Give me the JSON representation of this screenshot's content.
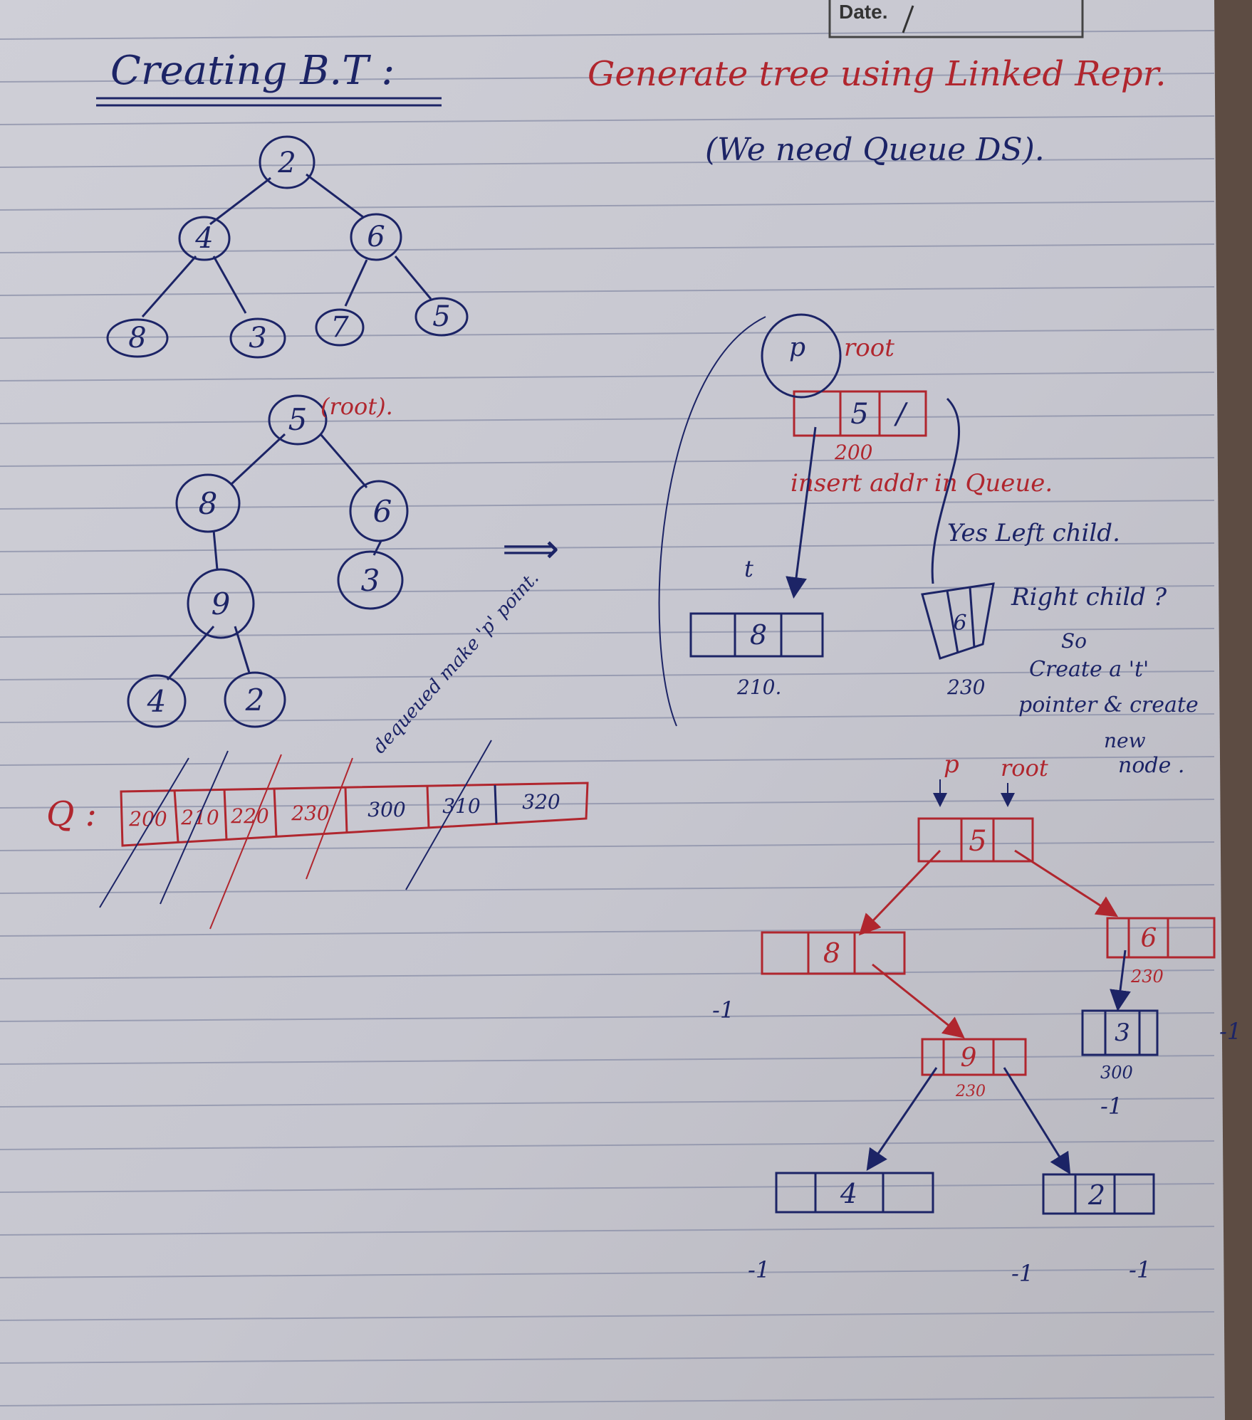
{
  "header": {
    "date_label": "Date."
  },
  "left": {
    "title": "Creating B.T :",
    "tree1": {
      "nodes": [
        "2",
        "4",
        "6",
        "8",
        "3",
        "7",
        "5"
      ]
    },
    "tree2": {
      "root_label": "(root).",
      "nodes": [
        "5",
        "8",
        "6",
        "9",
        "3",
        "4",
        "2"
      ]
    },
    "arrow": "⟹",
    "note": "dequeued make 'p' point.",
    "queue": {
      "label": "Q :",
      "cells": [
        "200",
        "210",
        "220",
        "230",
        "300",
        "310",
        "320"
      ]
    }
  },
  "right": {
    "heading_line1": "Generate tree using Linked Repr.",
    "heading_line2": "(We need Queue DS).",
    "top_node": {
      "p": "p",
      "root": "root",
      "value": "5",
      "address": "200",
      "right_slash": "/"
    },
    "insert_note": "insert addr in Queue.",
    "left_q": "Yes Left child.",
    "right_q": "Right child ?",
    "t_label": "t",
    "so_line1": "So",
    "so_line2": "Create a 't'",
    "so_line3": "pointer & create",
    "so_line4": "new",
    "so_line5": "node .",
    "left_child": {
      "value": "8",
      "address": "210."
    },
    "right_child": {
      "value": "6",
      "address": "230"
    },
    "tree": {
      "p": "p",
      "root": "root",
      "root_val": "5",
      "n8": "8",
      "n6": "6",
      "n6_addr": "230",
      "n3": "3",
      "n3_addr": "300",
      "n9": "9",
      "n9_addr": "230",
      "n4": "4",
      "n2": "2",
      "minus_ones": [
        "-1",
        "-1",
        "-1",
        "-1",
        "-1",
        "-1"
      ]
    }
  },
  "colors": {
    "paper": "#c9c9d1",
    "line": "#8a8fa8",
    "blue_ink": "#1c2466",
    "red_ink": "#b0262e"
  }
}
